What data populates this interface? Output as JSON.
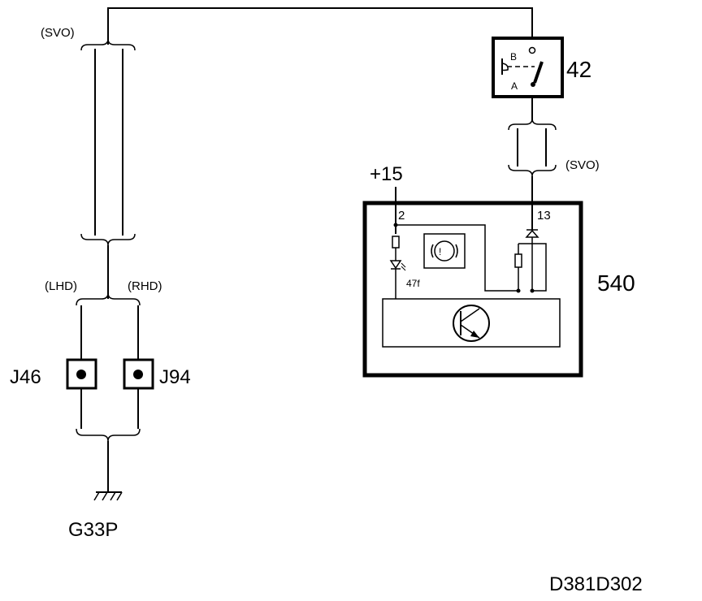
{
  "labels": {
    "svo_left": "(SVO)",
    "svo_right": "(SVO)",
    "lhd": "(LHD)",
    "rhd": "(RHD)",
    "j46": "J46",
    "j94": "J94",
    "ground": "G33P",
    "switch_id": "42",
    "switch_pin_b": "B",
    "switch_pin_a": "A",
    "supply": "+15",
    "module_id": "540",
    "pin_2": "2",
    "pin_13": "13",
    "lamp": "47f",
    "warning_symbol": "(!)",
    "diagram_code": "D381D302"
  }
}
